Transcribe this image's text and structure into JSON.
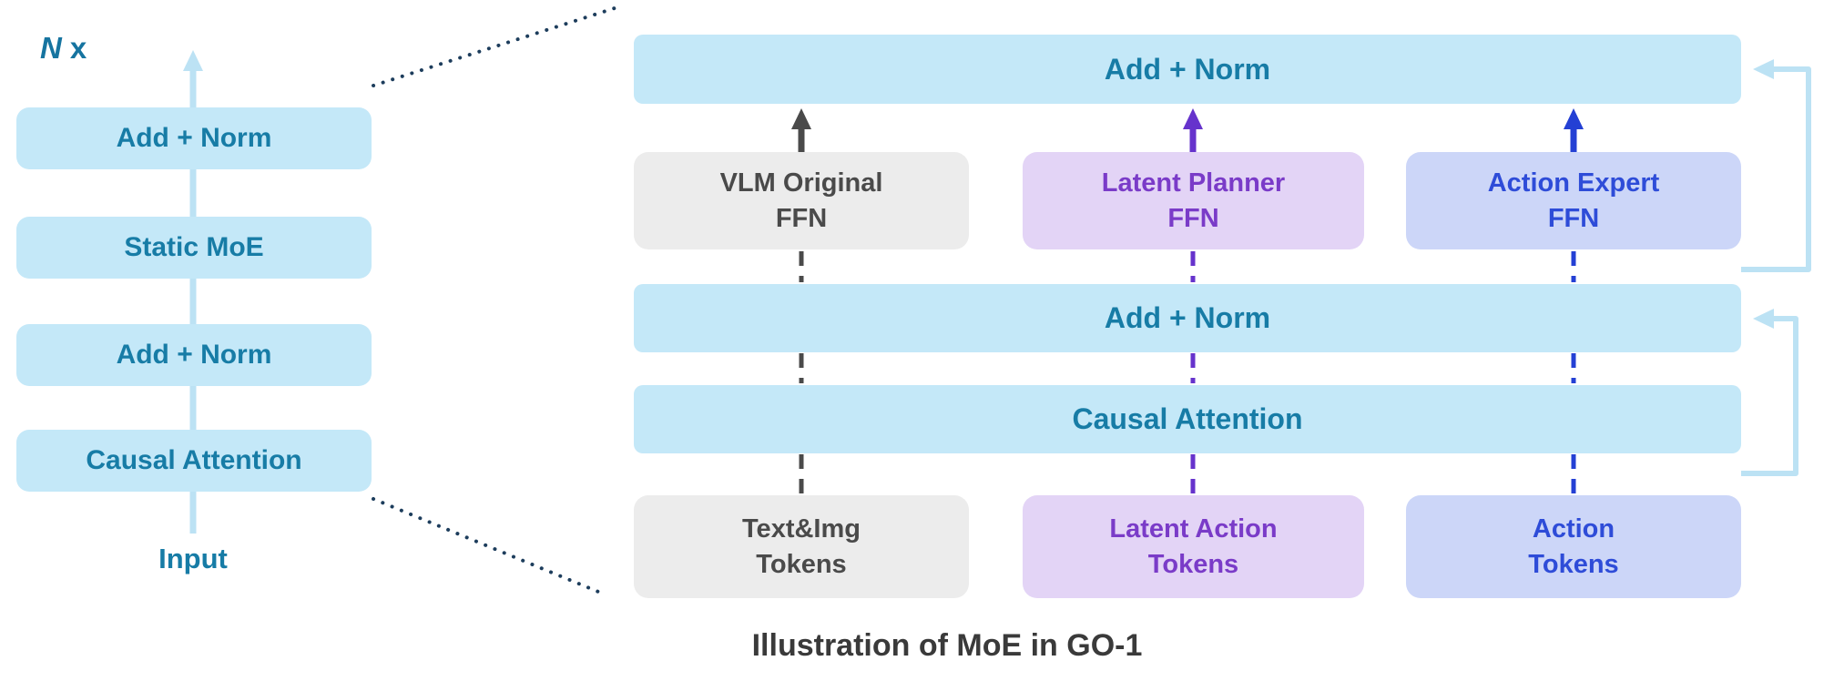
{
  "left": {
    "repeat_n": "N",
    "repeat_x": "x",
    "blocks": [
      {
        "label": "Add + Norm"
      },
      {
        "label": "Static MoE"
      },
      {
        "label": "Add + Norm"
      },
      {
        "label": "Causal Attention"
      }
    ],
    "input_label": "Input"
  },
  "right": {
    "add_norm_top": "Add + Norm",
    "add_norm_mid": "Add + Norm",
    "causal_attention": "Causal Attention",
    "experts": [
      {
        "line1": "VLM Original",
        "line2": "FFN"
      },
      {
        "line1": "Latent Planner",
        "line2": "FFN"
      },
      {
        "line1": "Action Expert",
        "line2": "FFN"
      }
    ],
    "tokens": [
      {
        "line1": "Text&Img",
        "line2": "Tokens"
      },
      {
        "line1": "Latent Action",
        "line2": "Tokens"
      },
      {
        "line1": "Action",
        "line2": "Tokens"
      }
    ]
  },
  "caption": "Illustration of MoE in GO-1",
  "colors": {
    "light_blue_box": "#C4E8F8",
    "teal_text": "#177CA6",
    "gray_box": "#ECECEC",
    "gray_text": "#4A4A4A",
    "purple_box": "#E3D4F6",
    "purple_text": "#7A3BC8",
    "periwinkle_box": "#CCD6F8",
    "blue_text": "#2E4CD8",
    "arrow_gray": "#4A4A4A",
    "arrow_purple": "#6633CC",
    "arrow_blue": "#2440D4",
    "residual_light_blue": "#BCE2F4",
    "dotted_navy": "#1D3D5C"
  }
}
